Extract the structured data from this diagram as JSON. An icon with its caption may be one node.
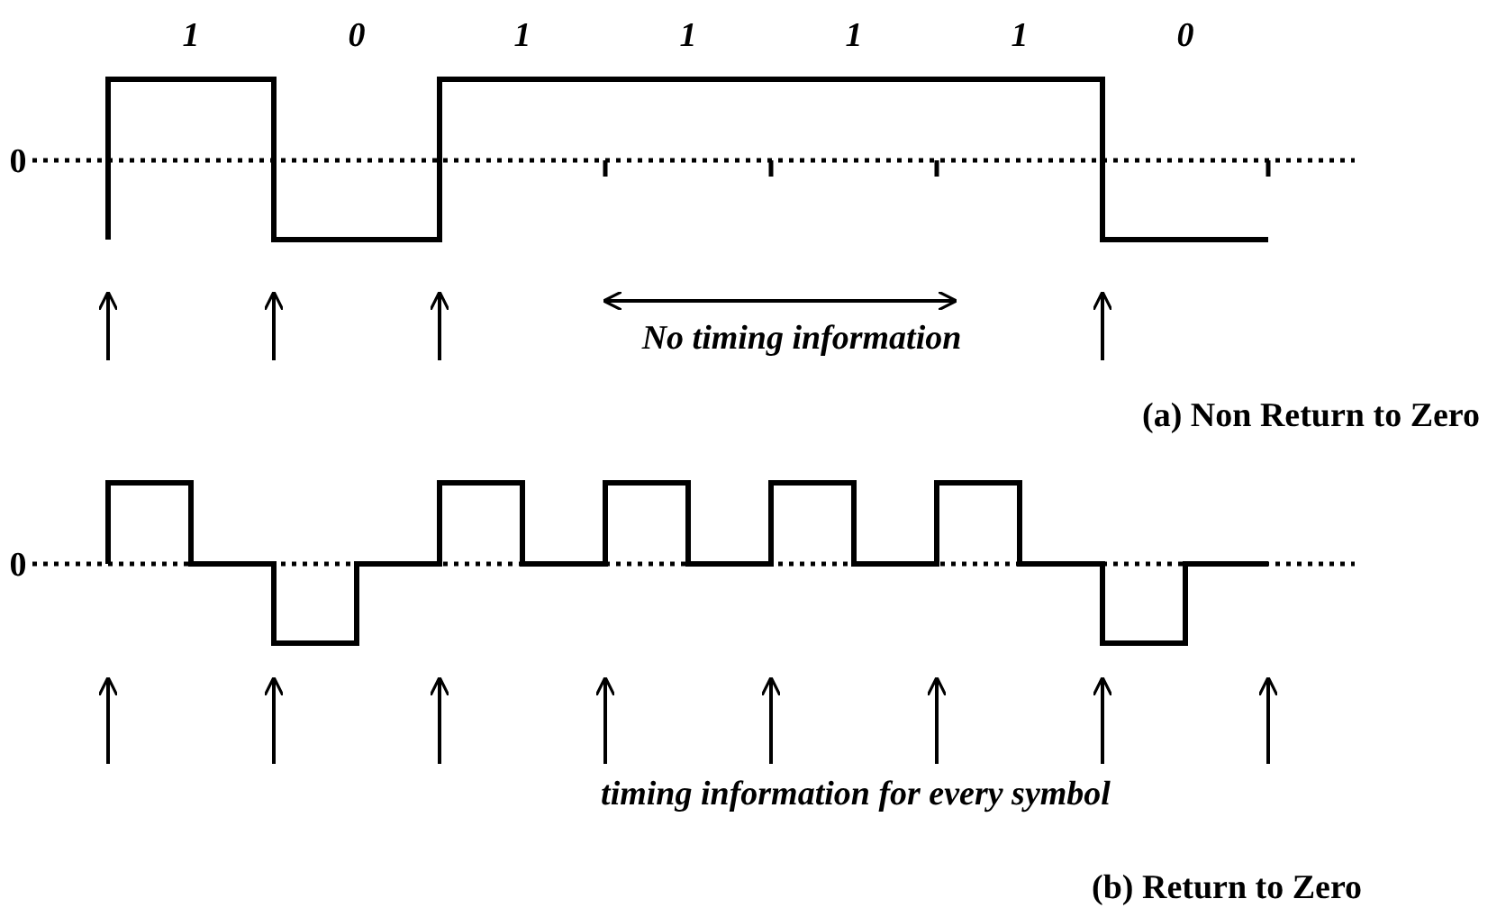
{
  "diagram": {
    "labels": [
      "1",
      "0",
      "1",
      "1",
      "1",
      "1",
      "0",
      "0",
      "No timing information",
      "(a) Non Return to Zero",
      "0",
      "timing information for every symbol",
      "(b) Return to Zero"
    ]
  }
}
